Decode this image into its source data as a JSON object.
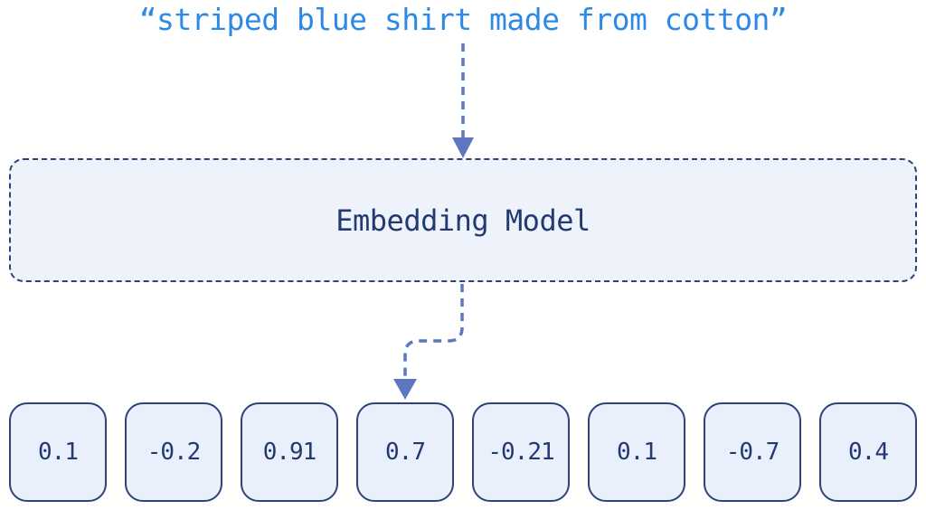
{
  "diagram": {
    "input_text": "“striped blue shirt made from cotton”",
    "model_label": "Embedding Model",
    "embedding_values": [
      "0.1",
      "-0.2",
      "0.91",
      "0.7",
      "-0.21",
      "0.1",
      "-0.7",
      "0.4"
    ],
    "colors": {
      "query_text": "#2d89e5",
      "arrow": "#5d76c0",
      "box_border": "#2d4373",
      "model_box_fill": "#edf2fb",
      "value_box_fill": "#e9effb",
      "label_text": "#223a70"
    }
  }
}
